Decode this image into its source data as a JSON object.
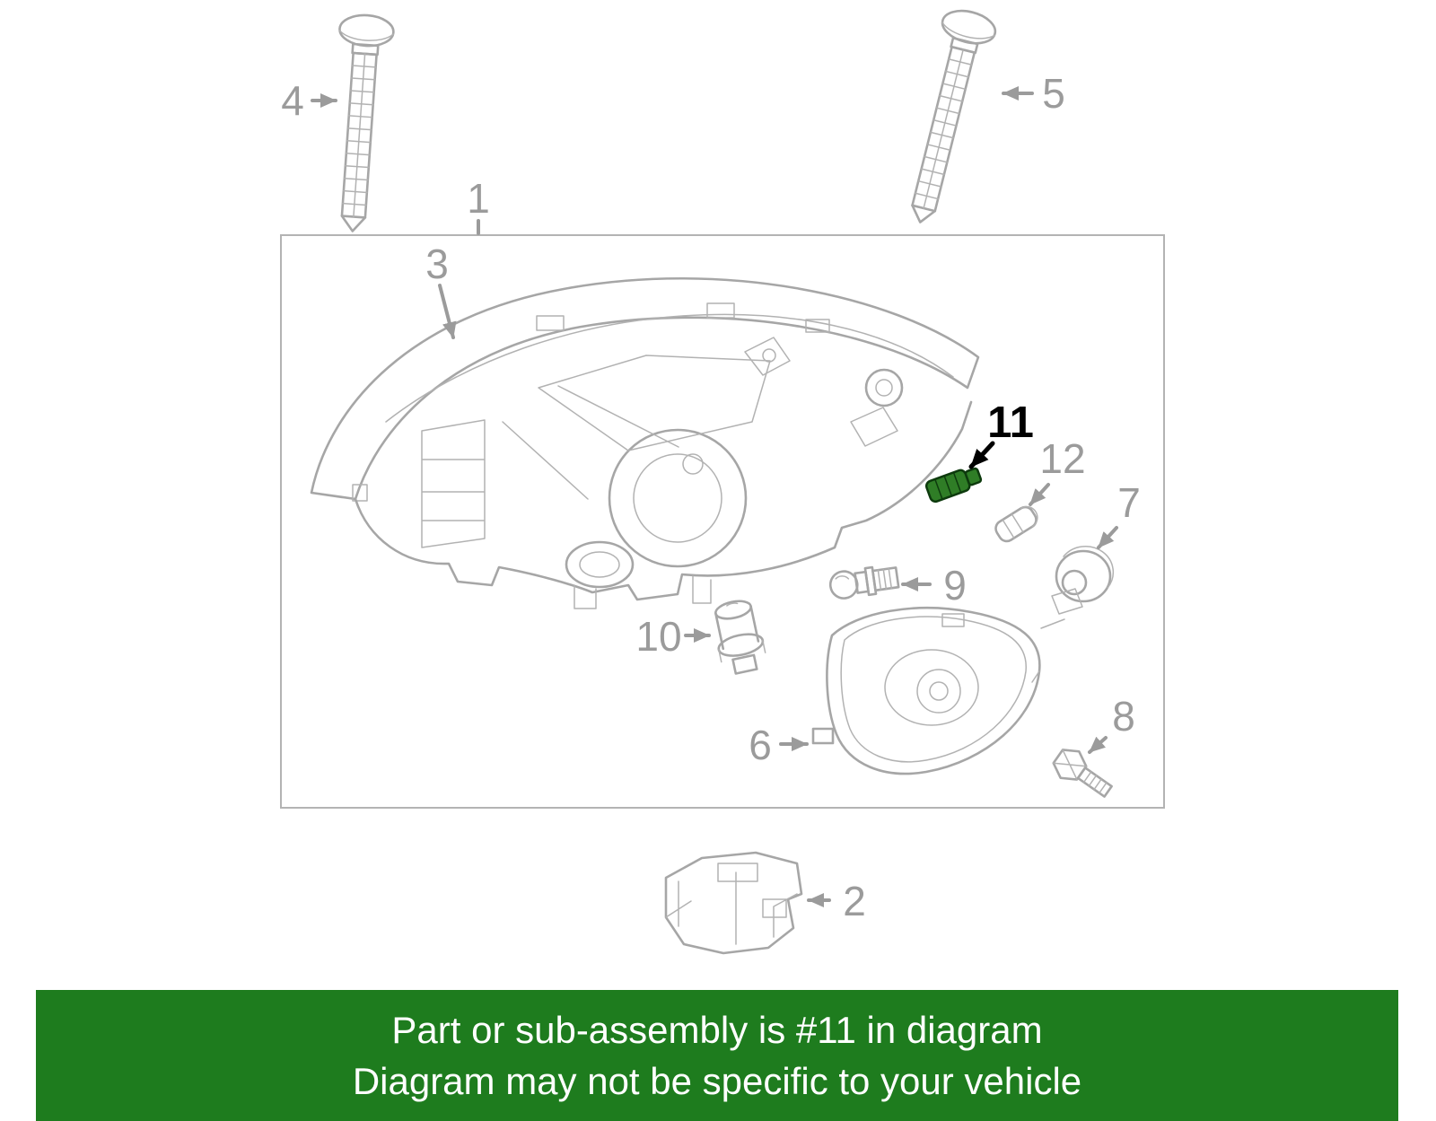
{
  "diagram": {
    "callouts": [
      {
        "label": "1"
      },
      {
        "label": "2"
      },
      {
        "label": "3"
      },
      {
        "label": "4"
      },
      {
        "label": "5"
      },
      {
        "label": "6"
      },
      {
        "label": "7"
      },
      {
        "label": "8"
      },
      {
        "label": "9"
      },
      {
        "label": "10"
      },
      {
        "label": "11"
      },
      {
        "label": "12"
      }
    ],
    "highlighted_part": "11",
    "highlight_color": "#2f7d26",
    "highlight_stroke": "#0d3a0d"
  },
  "banner": {
    "line1": "Part or sub-assembly is #11 in diagram",
    "line2": "Diagram may not be specific to your vehicle",
    "background": "#1e7c1e",
    "text_color": "#ffffff"
  }
}
